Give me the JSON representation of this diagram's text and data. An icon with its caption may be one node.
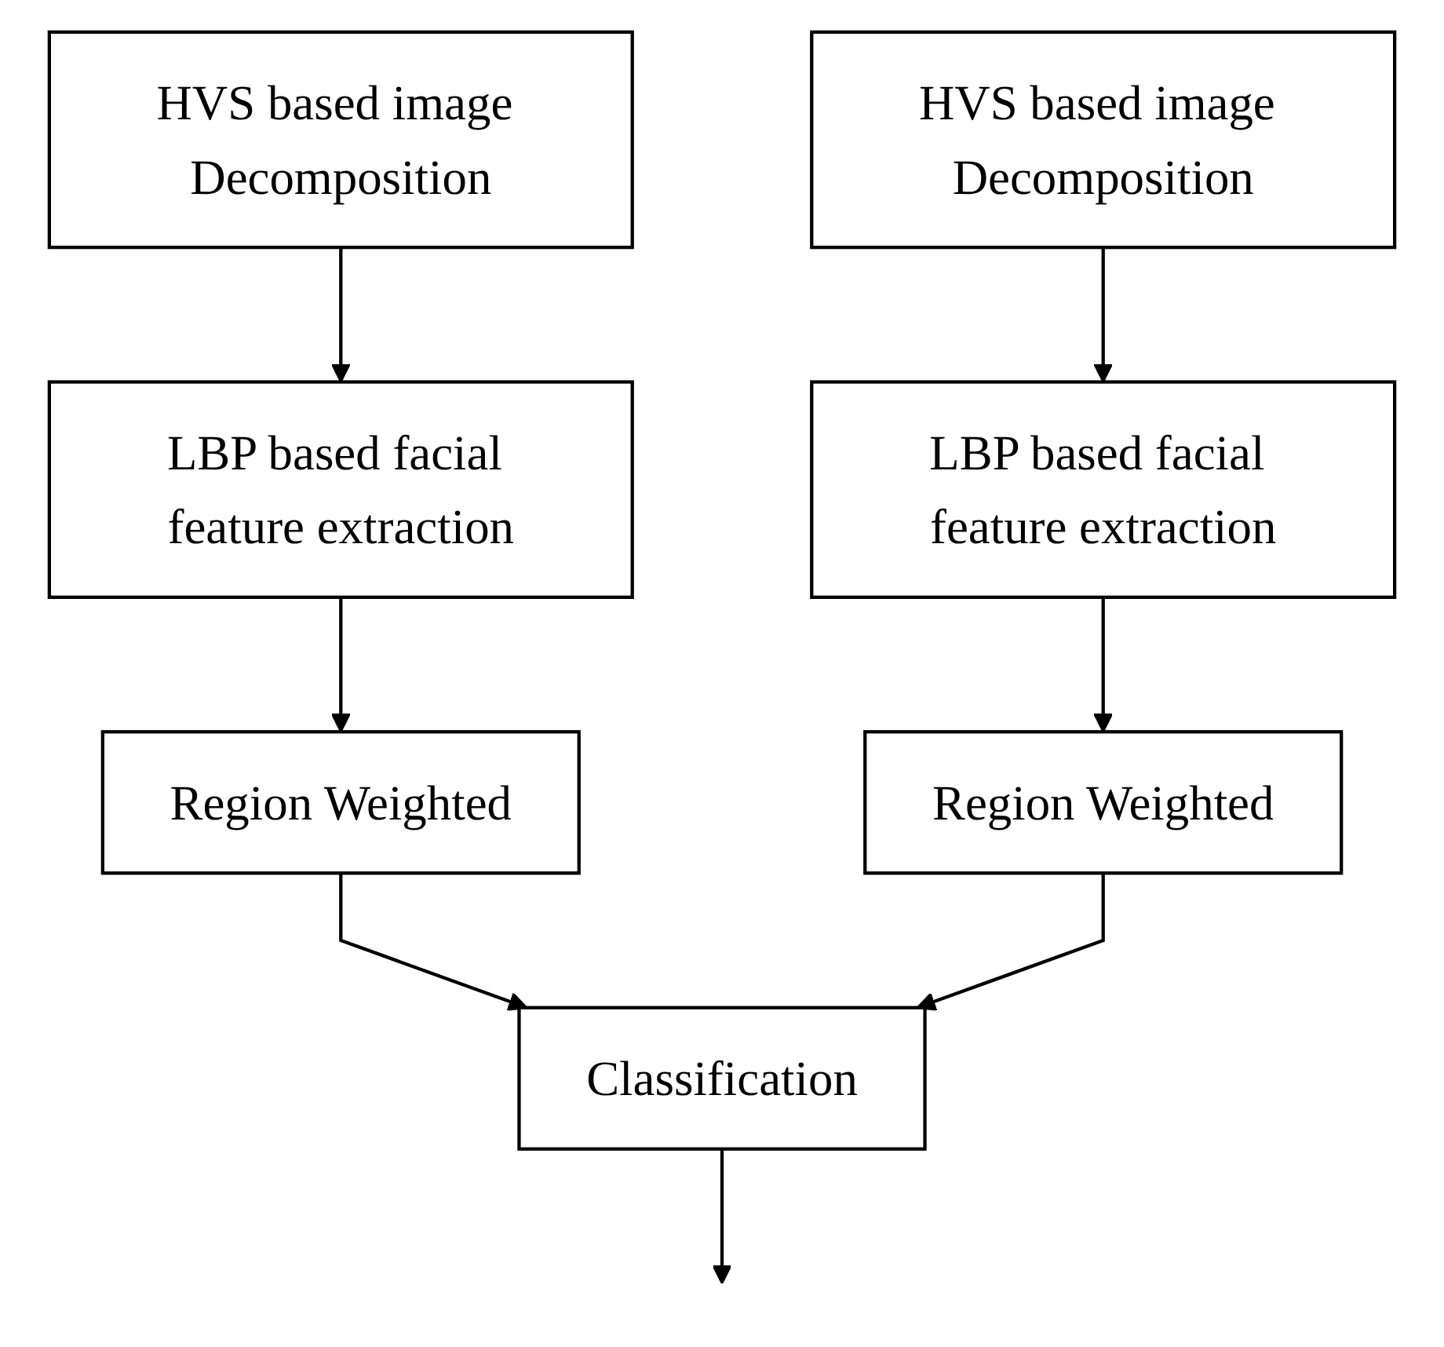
{
  "diagram": {
    "nodes": [
      {
        "text": [
          "HVS based image Decomposition"
        ]
      },
      {
        "text": [
          "LBP based facial feature extraction"
        ]
      },
      {
        "text": [
          "Region Weighted"
        ]
      },
      {
        "text": [
          "HVS based image Decomposition"
        ]
      },
      {
        "text": [
          "LBP based facial feature extraction"
        ]
      },
      {
        "text": [
          "Region Weighted"
        ]
      },
      {
        "text": [
          "Classification"
        ]
      }
    ],
    "edges": [
      {
        "from": 0,
        "to": 1,
        "arrow": "to"
      },
      {
        "from": 1,
        "to": 2,
        "arrow": "to"
      },
      {
        "from": 3,
        "to": 4,
        "arrow": "to"
      },
      {
        "from": 4,
        "to": 5,
        "arrow": "to"
      },
      {
        "from": 2,
        "to": 6,
        "arrow": "to"
      },
      {
        "from": 5,
        "to": 6,
        "arrow": "to"
      },
      {
        "from": 6,
        "to": null,
        "arrow": "to"
      }
    ]
  }
}
